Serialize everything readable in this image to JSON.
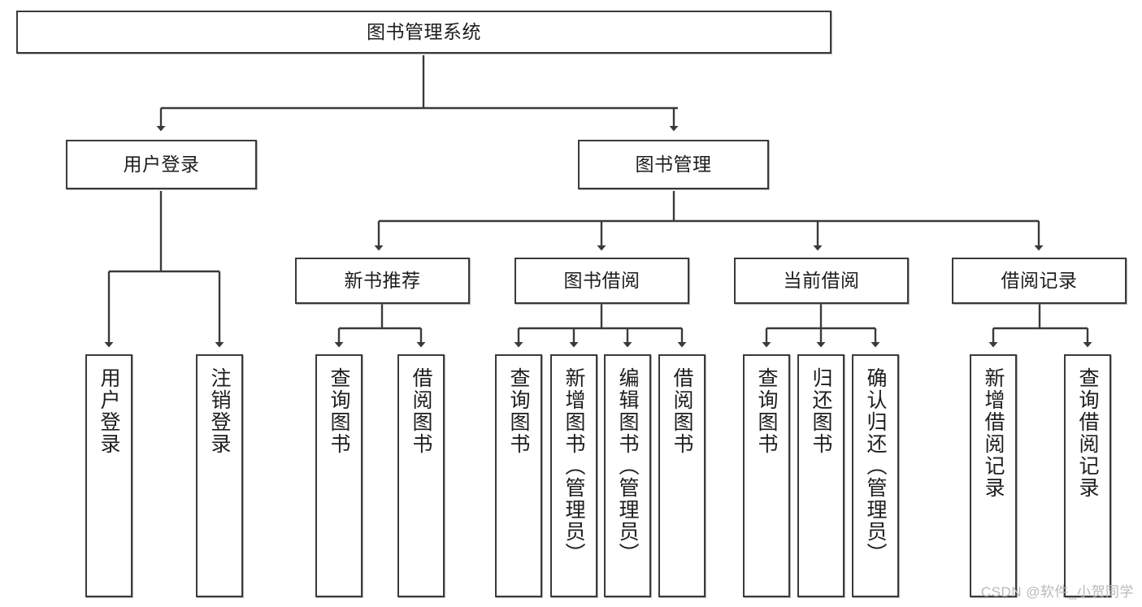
{
  "diagram": {
    "title": "图书管理系统",
    "watermark": "CSDN @软件_小贺同学",
    "line_color": "#3a3a3a",
    "box_fill": "#ffffff",
    "text_color": "#1d1d1d",
    "watermark_color": "#b9b9b9",
    "levels": {
      "root": "图书管理系统",
      "level2": [
        "用户登录",
        "图书管理"
      ],
      "level3": [
        "新书推荐",
        "图书借阅",
        "当前借阅",
        "借阅记录"
      ]
    },
    "nodes": {
      "root": {
        "label": "图书管理系统",
        "orientation": "horizontal"
      },
      "user_login": {
        "label": "用户登录",
        "orientation": "horizontal"
      },
      "book_manage": {
        "label": "图书管理",
        "orientation": "horizontal"
      },
      "new_book_rec": {
        "label": "新书推荐",
        "orientation": "horizontal"
      },
      "book_borrow": {
        "label": "图书借阅",
        "orientation": "horizontal"
      },
      "current_borrow": {
        "label": "当前借阅",
        "orientation": "horizontal"
      },
      "borrow_record": {
        "label": "借阅记录",
        "orientation": "horizontal"
      },
      "leaf_user_login": {
        "label": "用户登录",
        "orientation": "vertical"
      },
      "leaf_logout": {
        "label": "注销登录",
        "orientation": "vertical"
      },
      "leaf_query_book_1": {
        "label": "查询图书",
        "orientation": "vertical"
      },
      "leaf_borrow_book_1": {
        "label": "借阅图书",
        "orientation": "vertical"
      },
      "leaf_query_book_2": {
        "label": "查询图书",
        "orientation": "vertical"
      },
      "leaf_add_book": {
        "label": "新增图书（管理员）",
        "orientation": "vertical"
      },
      "leaf_edit_book": {
        "label": "编辑图书（管理员）",
        "orientation": "vertical"
      },
      "leaf_borrow_book_2": {
        "label": "借阅图书",
        "orientation": "vertical"
      },
      "leaf_query_book_3": {
        "label": "查询图书",
        "orientation": "vertical"
      },
      "leaf_return_book": {
        "label": "归还图书",
        "orientation": "vertical"
      },
      "leaf_confirm_return": {
        "label": "确认归还（管理员）",
        "orientation": "vertical"
      },
      "leaf_add_record": {
        "label": "新增借阅记录",
        "orientation": "vertical"
      },
      "leaf_query_record": {
        "label": "查询借阅记录",
        "orientation": "vertical"
      }
    },
    "edges": [
      {
        "from": "root",
        "to": "user_login"
      },
      {
        "from": "root",
        "to": "book_manage"
      },
      {
        "from": "user_login",
        "to": "leaf_user_login"
      },
      {
        "from": "user_login",
        "to": "leaf_logout"
      },
      {
        "from": "book_manage",
        "to": "new_book_rec"
      },
      {
        "from": "book_manage",
        "to": "book_borrow"
      },
      {
        "from": "book_manage",
        "to": "current_borrow"
      },
      {
        "from": "book_manage",
        "to": "borrow_record"
      },
      {
        "from": "new_book_rec",
        "to": "leaf_query_book_1"
      },
      {
        "from": "new_book_rec",
        "to": "leaf_borrow_book_1"
      },
      {
        "from": "book_borrow",
        "to": "leaf_query_book_2"
      },
      {
        "from": "book_borrow",
        "to": "leaf_add_book"
      },
      {
        "from": "book_borrow",
        "to": "leaf_edit_book"
      },
      {
        "from": "book_borrow",
        "to": "leaf_borrow_book_2"
      },
      {
        "from": "current_borrow",
        "to": "leaf_query_book_3"
      },
      {
        "from": "current_borrow",
        "to": "leaf_return_book"
      },
      {
        "from": "current_borrow",
        "to": "leaf_confirm_return"
      },
      {
        "from": "borrow_record",
        "to": "leaf_add_record"
      },
      {
        "from": "borrow_record",
        "to": "leaf_query_record"
      }
    ]
  }
}
